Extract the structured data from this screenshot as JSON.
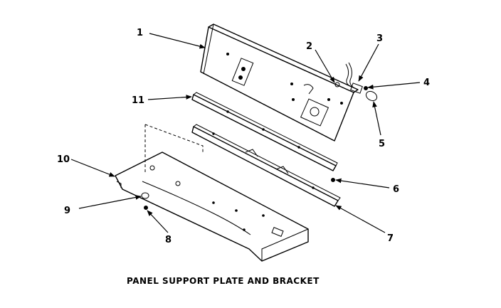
{
  "title": "PANEL SUPPORT PLATE AND BRACKET",
  "callouts": [
    "1",
    "2",
    "3",
    "4",
    "5",
    "6",
    "7",
    "8",
    "9",
    "10",
    "11"
  ]
}
